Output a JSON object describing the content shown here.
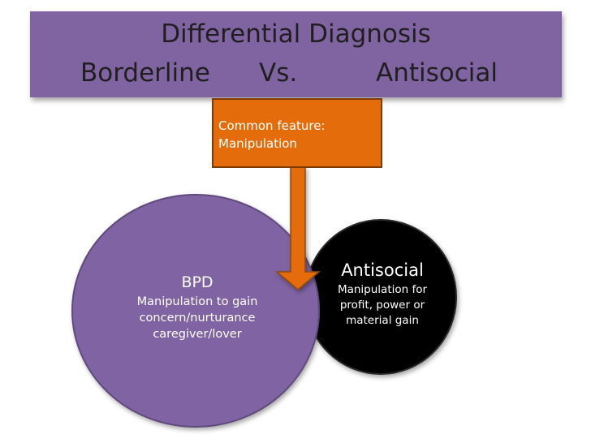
{
  "title": {
    "line1": "Differential Diagnosis",
    "left": "Borderline",
    "mid": "Vs.",
    "right": "Antisocial"
  },
  "common_feature": {
    "line1": "Common feature:",
    "line2": "Manipulation"
  },
  "bpd": {
    "title": "BPD",
    "lines": [
      "Manipulation to gain",
      "concern/nurturance",
      "caregiver/lover"
    ]
  },
  "antisocial": {
    "title": "Antisocial",
    "lines": [
      "Manipulation for",
      "profit, power or",
      "material gain"
    ]
  },
  "colors": {
    "banner": "#8064a2",
    "bpd_circle": "#8064a2",
    "antisocial_circle": "#000000",
    "arrow_and_box": "#e46c0a"
  }
}
